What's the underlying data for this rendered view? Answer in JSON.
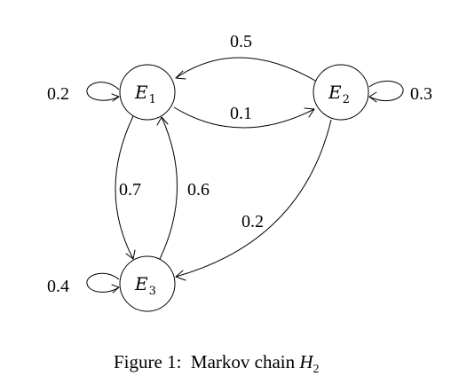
{
  "states": [
    {
      "id": "E1",
      "letter": "E",
      "subscript": "1"
    },
    {
      "id": "E2",
      "letter": "E",
      "subscript": "2"
    },
    {
      "id": "E3",
      "letter": "E",
      "subscript": "3"
    }
  ],
  "transitions": [
    {
      "from": "E1",
      "to": "E1",
      "probability": "0.2"
    },
    {
      "from": "E2",
      "to": "E2",
      "probability": "0.3"
    },
    {
      "from": "E3",
      "to": "E3",
      "probability": "0.4"
    },
    {
      "from": "E2",
      "to": "E1",
      "probability": "0.5"
    },
    {
      "from": "E1",
      "to": "E2",
      "probability": "0.1"
    },
    {
      "from": "E1",
      "to": "E3",
      "probability": "0.7"
    },
    {
      "from": "E3",
      "to": "E1",
      "probability": "0.6"
    },
    {
      "from": "E2",
      "to": "E3",
      "probability": "0.2"
    }
  ],
  "caption": {
    "prefix": "Figure 1:  Markov chain ",
    "symbol": "H",
    "subscript": "2"
  }
}
